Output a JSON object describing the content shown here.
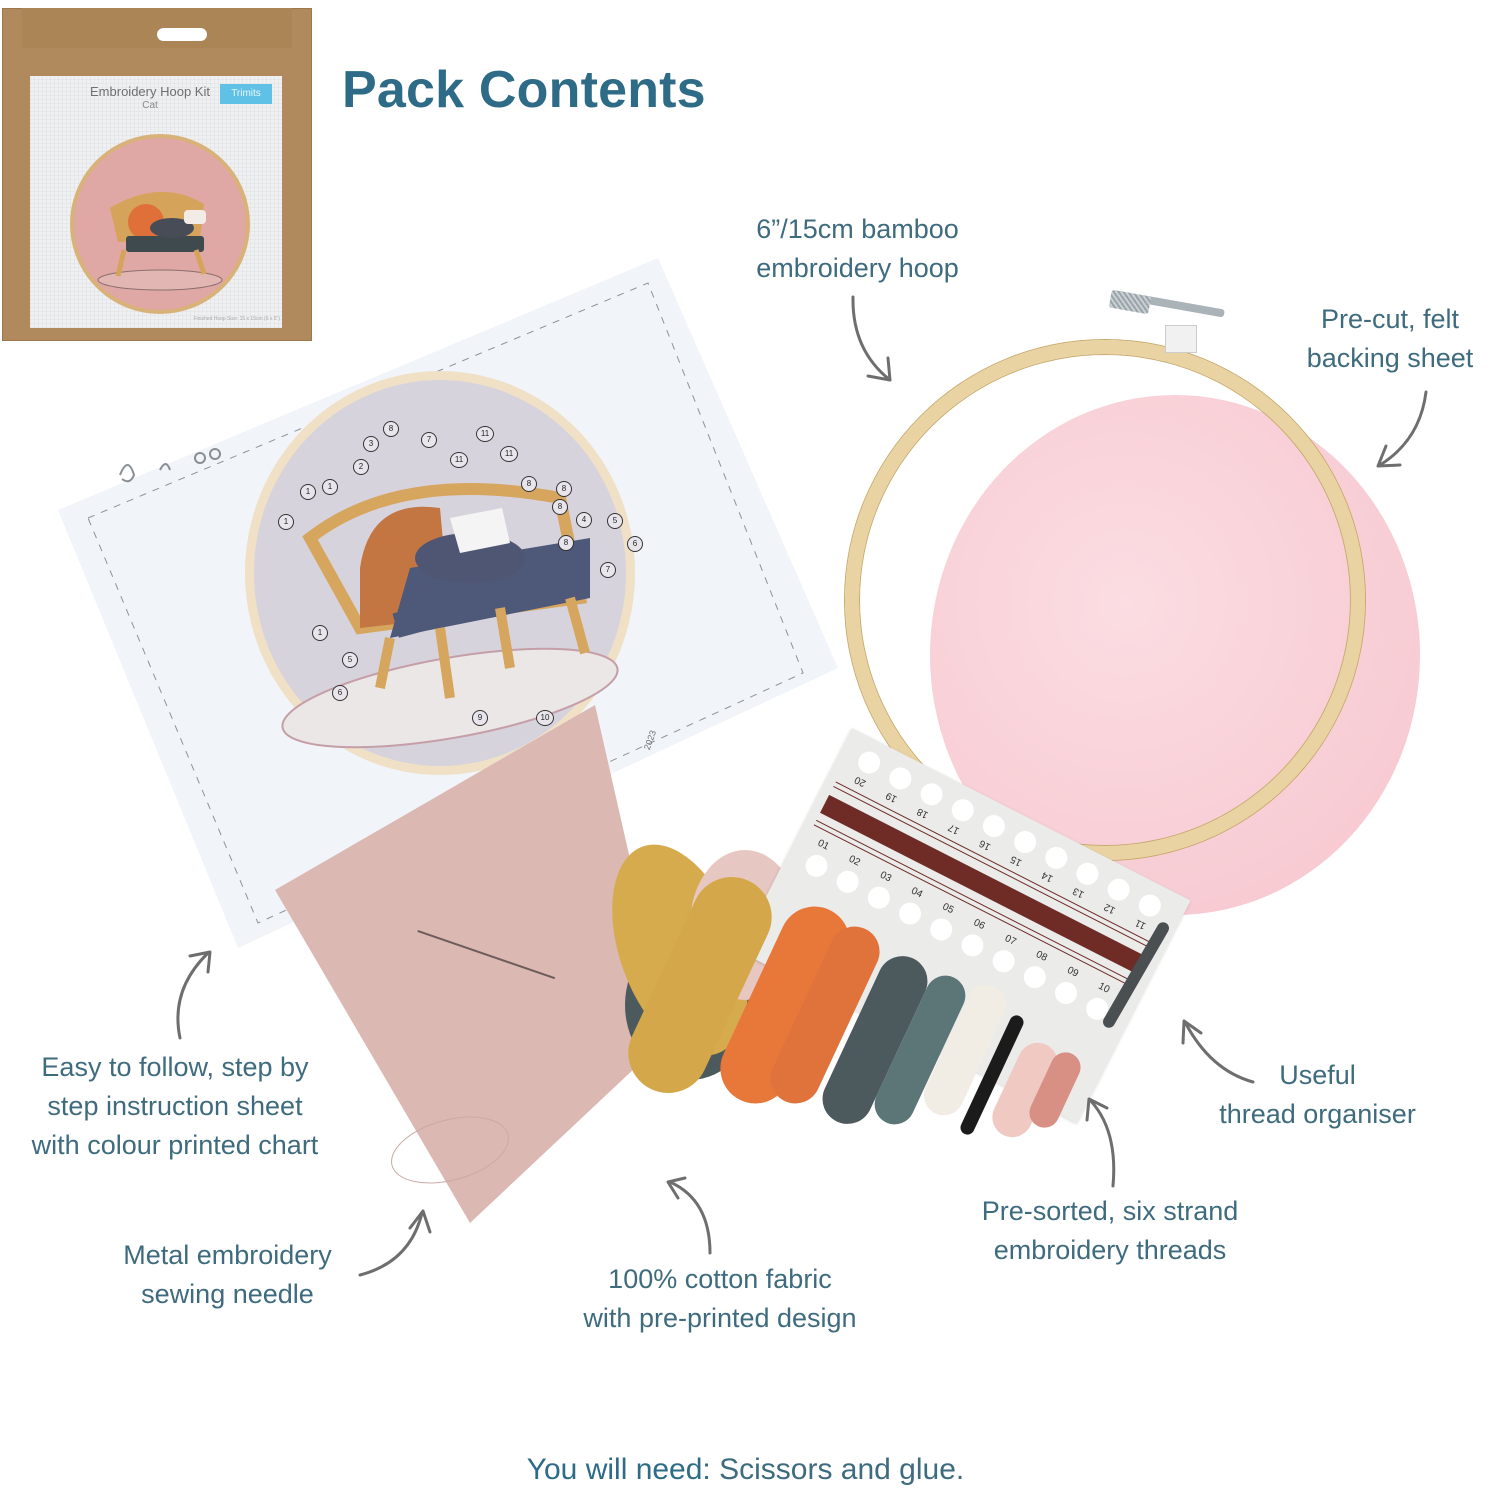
{
  "page": {
    "title": "Pack Contents",
    "footer": {
      "prefix": "You will need:",
      "items": "Scissors and glue."
    },
    "colors": {
      "heading": "#2e6b87",
      "label_text": "#3e6b7e",
      "arrow": "#6e6e6e",
      "felt": "#f8ccd4",
      "fabric": "#dbb8b2",
      "hoop_wood": "#e9d3a3",
      "box_kraft": "#b08a5c",
      "brand_badge": "#5fc1e6"
    }
  },
  "product_box": {
    "title": "Embroidery Hoop Kit",
    "subtitle": "Cat",
    "brand": "Trimits",
    "footnote": "Finished Hoop Size: 15 x 15cm (6 x 6\")"
  },
  "instruction_sheet": {
    "year": "2023",
    "callouts": [
      "1",
      "1",
      "1",
      "1",
      "1",
      "2",
      "3",
      "4",
      "5",
      "5",
      "6",
      "6",
      "7",
      "7",
      "8",
      "8",
      "8",
      "8",
      "8",
      "9",
      "10",
      "11",
      "11",
      "11"
    ]
  },
  "organiser": {
    "top_row": [
      "20",
      "19",
      "18",
      "17",
      "16",
      "15",
      "14",
      "13",
      "12",
      "11"
    ],
    "bottom_row": [
      "01",
      "02",
      "03",
      "04",
      "05",
      "06",
      "07",
      "08",
      "09",
      "10"
    ]
  },
  "threads": {
    "colors": [
      "#d6ab4d",
      "#e8773a",
      "#e0733b",
      "#4c5a5e",
      "#5c7577",
      "#f1ece4",
      "#1b1b1b",
      "#f1c9c3",
      "#d88f84",
      "#e7c7c1",
      "#4d5a5d"
    ]
  },
  "labels": {
    "hoop": [
      "6”/15cm bamboo",
      "embroidery hoop"
    ],
    "felt": [
      "Pre-cut, felt",
      "backing sheet"
    ],
    "instructions": [
      "Easy to follow, step by",
      "step instruction sheet",
      "with colour printed chart"
    ],
    "needle": [
      "Metal embroidery",
      "sewing needle"
    ],
    "fabric": [
      "100% cotton fabric",
      "with pre-printed design"
    ],
    "threads": [
      "Pre-sorted, six strand",
      "embroidery threads"
    ],
    "organiser": [
      "Useful",
      "thread organiser"
    ]
  }
}
